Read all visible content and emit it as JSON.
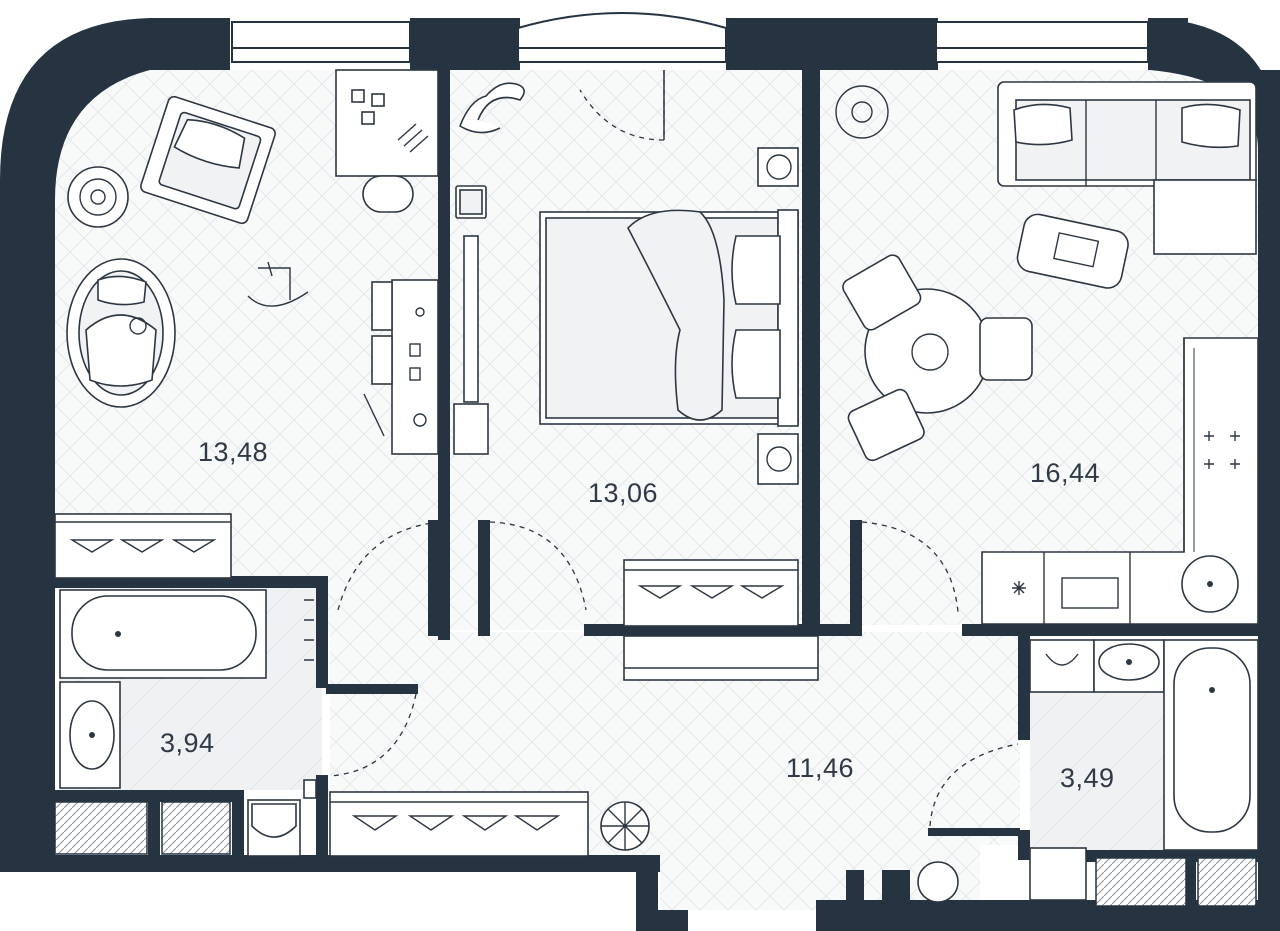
{
  "plan": {
    "rooms": [
      {
        "id": "kids-room",
        "area": "13,48"
      },
      {
        "id": "bedroom",
        "area": "13,06"
      },
      {
        "id": "kitchen-living",
        "area": "16,44"
      },
      {
        "id": "bathroom-1",
        "area": "3,94"
      },
      {
        "id": "hallway",
        "area": "11,46"
      },
      {
        "id": "bathroom-2",
        "area": "3,49"
      }
    ],
    "colors": {
      "wall": "#263442",
      "floor": "#f7f8f8",
      "furniture_stroke": "#2d3743",
      "tile": "#eef0f1"
    }
  }
}
